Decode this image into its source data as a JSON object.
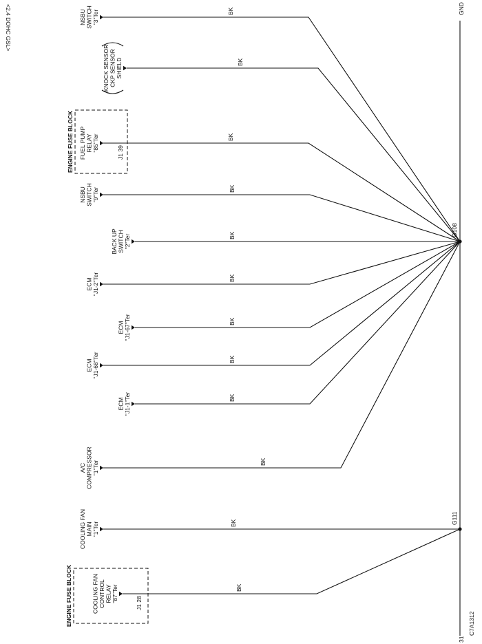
{
  "diagram": {
    "header_label": "<2.4 DOHC GSL>",
    "code": "C7A1312",
    "page_number": "31",
    "ground_label": "GND",
    "wire_color": "BK",
    "ground_points": [
      "G108",
      "G111"
    ],
    "fuse_block_label": "ENGINE FUSE BLOCK",
    "connectors": [
      {
        "lines": [
          "NSBU",
          "SWITCH",
          "\"3\"Ter"
        ],
        "wire": "BK",
        "ground": "G108"
      },
      {
        "lines": [
          "KNOCK SENSOR",
          "CKP SENSOR",
          "SHIELD"
        ],
        "wire": "BK",
        "ground": "G108"
      },
      {
        "lines": [
          "FUEL PUMP",
          "RELAY",
          "\"85\"Ter"
        ],
        "pin": "J1  39",
        "fuse_block": true,
        "wire": "BK",
        "ground": "G108"
      },
      {
        "lines": [
          "NSBU",
          "SWITCH",
          "\"9\"Ter"
        ],
        "wire": "BK",
        "ground": "G108"
      },
      {
        "lines": [
          "BACK UP",
          "SWITCH",
          "\"2\"Ter"
        ],
        "wire": "BK",
        "ground": "G108"
      },
      {
        "lines": [
          "ECM",
          "\"J1-2\"Ter"
        ],
        "wire": "BK",
        "ground": "G108"
      },
      {
        "lines": [
          "ECM",
          "\"J1-67\"Ter"
        ],
        "wire": "BK",
        "ground": "G108"
      },
      {
        "lines": [
          "ECM",
          "\"J1-68\"Ter"
        ],
        "wire": "BK",
        "ground": "G108"
      },
      {
        "lines": [
          "ECM",
          "\"J1-1\"Ter"
        ],
        "wire": "BK",
        "ground": "G108"
      },
      {
        "lines": [
          "A/C",
          "COMPRESSOR",
          "\"1\"Ter"
        ],
        "wire": "BK",
        "ground": "G108"
      },
      {
        "lines": [
          "COOLING FAN",
          "MAIN",
          "\"1\"Ter"
        ],
        "wire": "BK",
        "ground": "G111"
      },
      {
        "lines": [
          "COOLING FAN",
          "CONTROL",
          "RELAY",
          "\"87\"Ter"
        ],
        "pin": "J1  28",
        "fuse_block": true,
        "wire": "BK",
        "ground": "G111"
      }
    ]
  }
}
